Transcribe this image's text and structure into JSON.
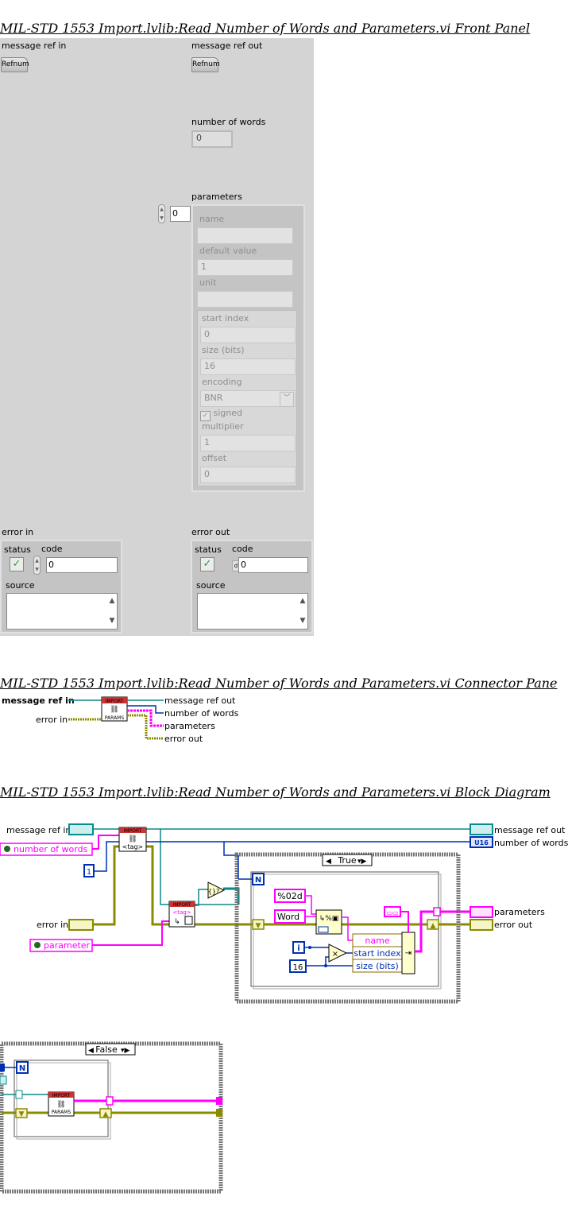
{
  "titles": {
    "front_panel": "MIL-STD 1553 Import.lvlib:Read Number of Words and Parameters.vi Front Panel",
    "connector_pane": "MIL-STD 1553 Import.lvlib:Read Number of Words and Parameters.vi Connector Pane",
    "block_diagram": "MIL-STD 1553 Import.lvlib:Read Number of Words and Parameters.vi Block Diagram"
  },
  "front_panel": {
    "message_ref_in": {
      "label": "message ref in",
      "control": "Refnum"
    },
    "message_ref_out": {
      "label": "message ref out",
      "control": "Refnum"
    },
    "number_of_words": {
      "label": "number of words",
      "value": "0"
    },
    "parameters": {
      "label": "parameters",
      "index": "0",
      "name": {
        "label": "name",
        "value": ""
      },
      "default_value": {
        "label": "default value",
        "value": "1"
      },
      "unit": {
        "label": "unit",
        "value": ""
      },
      "start_index": {
        "label": "start index",
        "value": "0"
      },
      "size_bits": {
        "label": "size (bits)",
        "value": "16"
      },
      "encoding": {
        "label": "encoding",
        "value": "BNR"
      },
      "signed": {
        "label": "signed",
        "checked": true
      },
      "multiplier": {
        "label": "multiplier",
        "value": "1"
      },
      "offset": {
        "label": "offset",
        "value": "0"
      }
    },
    "error_in": {
      "label": "error in",
      "status_label": "status",
      "code_label": "code",
      "code_value": "0",
      "source_label": "source"
    },
    "error_out": {
      "label": "error out",
      "status_label": "status",
      "code_label": "code",
      "code_value": "0",
      "source_label": "source"
    }
  },
  "connector_pane": {
    "inputs": [
      "message ref in",
      "error in"
    ],
    "outputs": [
      "message ref out",
      "number of words",
      "parameters",
      "error out"
    ],
    "icon_banner": "IMPORT",
    "icon_caption": "PARAMS"
  },
  "block_diagram": {
    "terminals": {
      "message_ref_in": "message ref in",
      "number_of_words_in": "number of words",
      "error_in": "error in",
      "parameter": "parameter",
      "message_ref_out": "message ref out",
      "number_of_words_out": "number of words",
      "parameters_out": "parameters",
      "error_out": "error out"
    },
    "constants": {
      "one": "1",
      "format": "%02d",
      "word": "Word",
      "sixteen": "16"
    },
    "indicator_type_u16": "U16",
    "case_true": "True",
    "case_false": "False",
    "loop_count": "N",
    "loop_index": "i",
    "get_tag_label": "<tag>",
    "import_banner": "IMPORT",
    "bundle_fields": [
      "name",
      "start index",
      "size (bits)"
    ],
    "params_caption": "PARAMS"
  },
  "colors": {
    "panel_bg": "#d4d4d4",
    "refnum_wire": "#0a8a8a",
    "numeric_wire": "#0030b0",
    "string_wire": "#ff00ff",
    "error_wire": "#8b8b00",
    "status_ok": "#2e9a2e"
  }
}
